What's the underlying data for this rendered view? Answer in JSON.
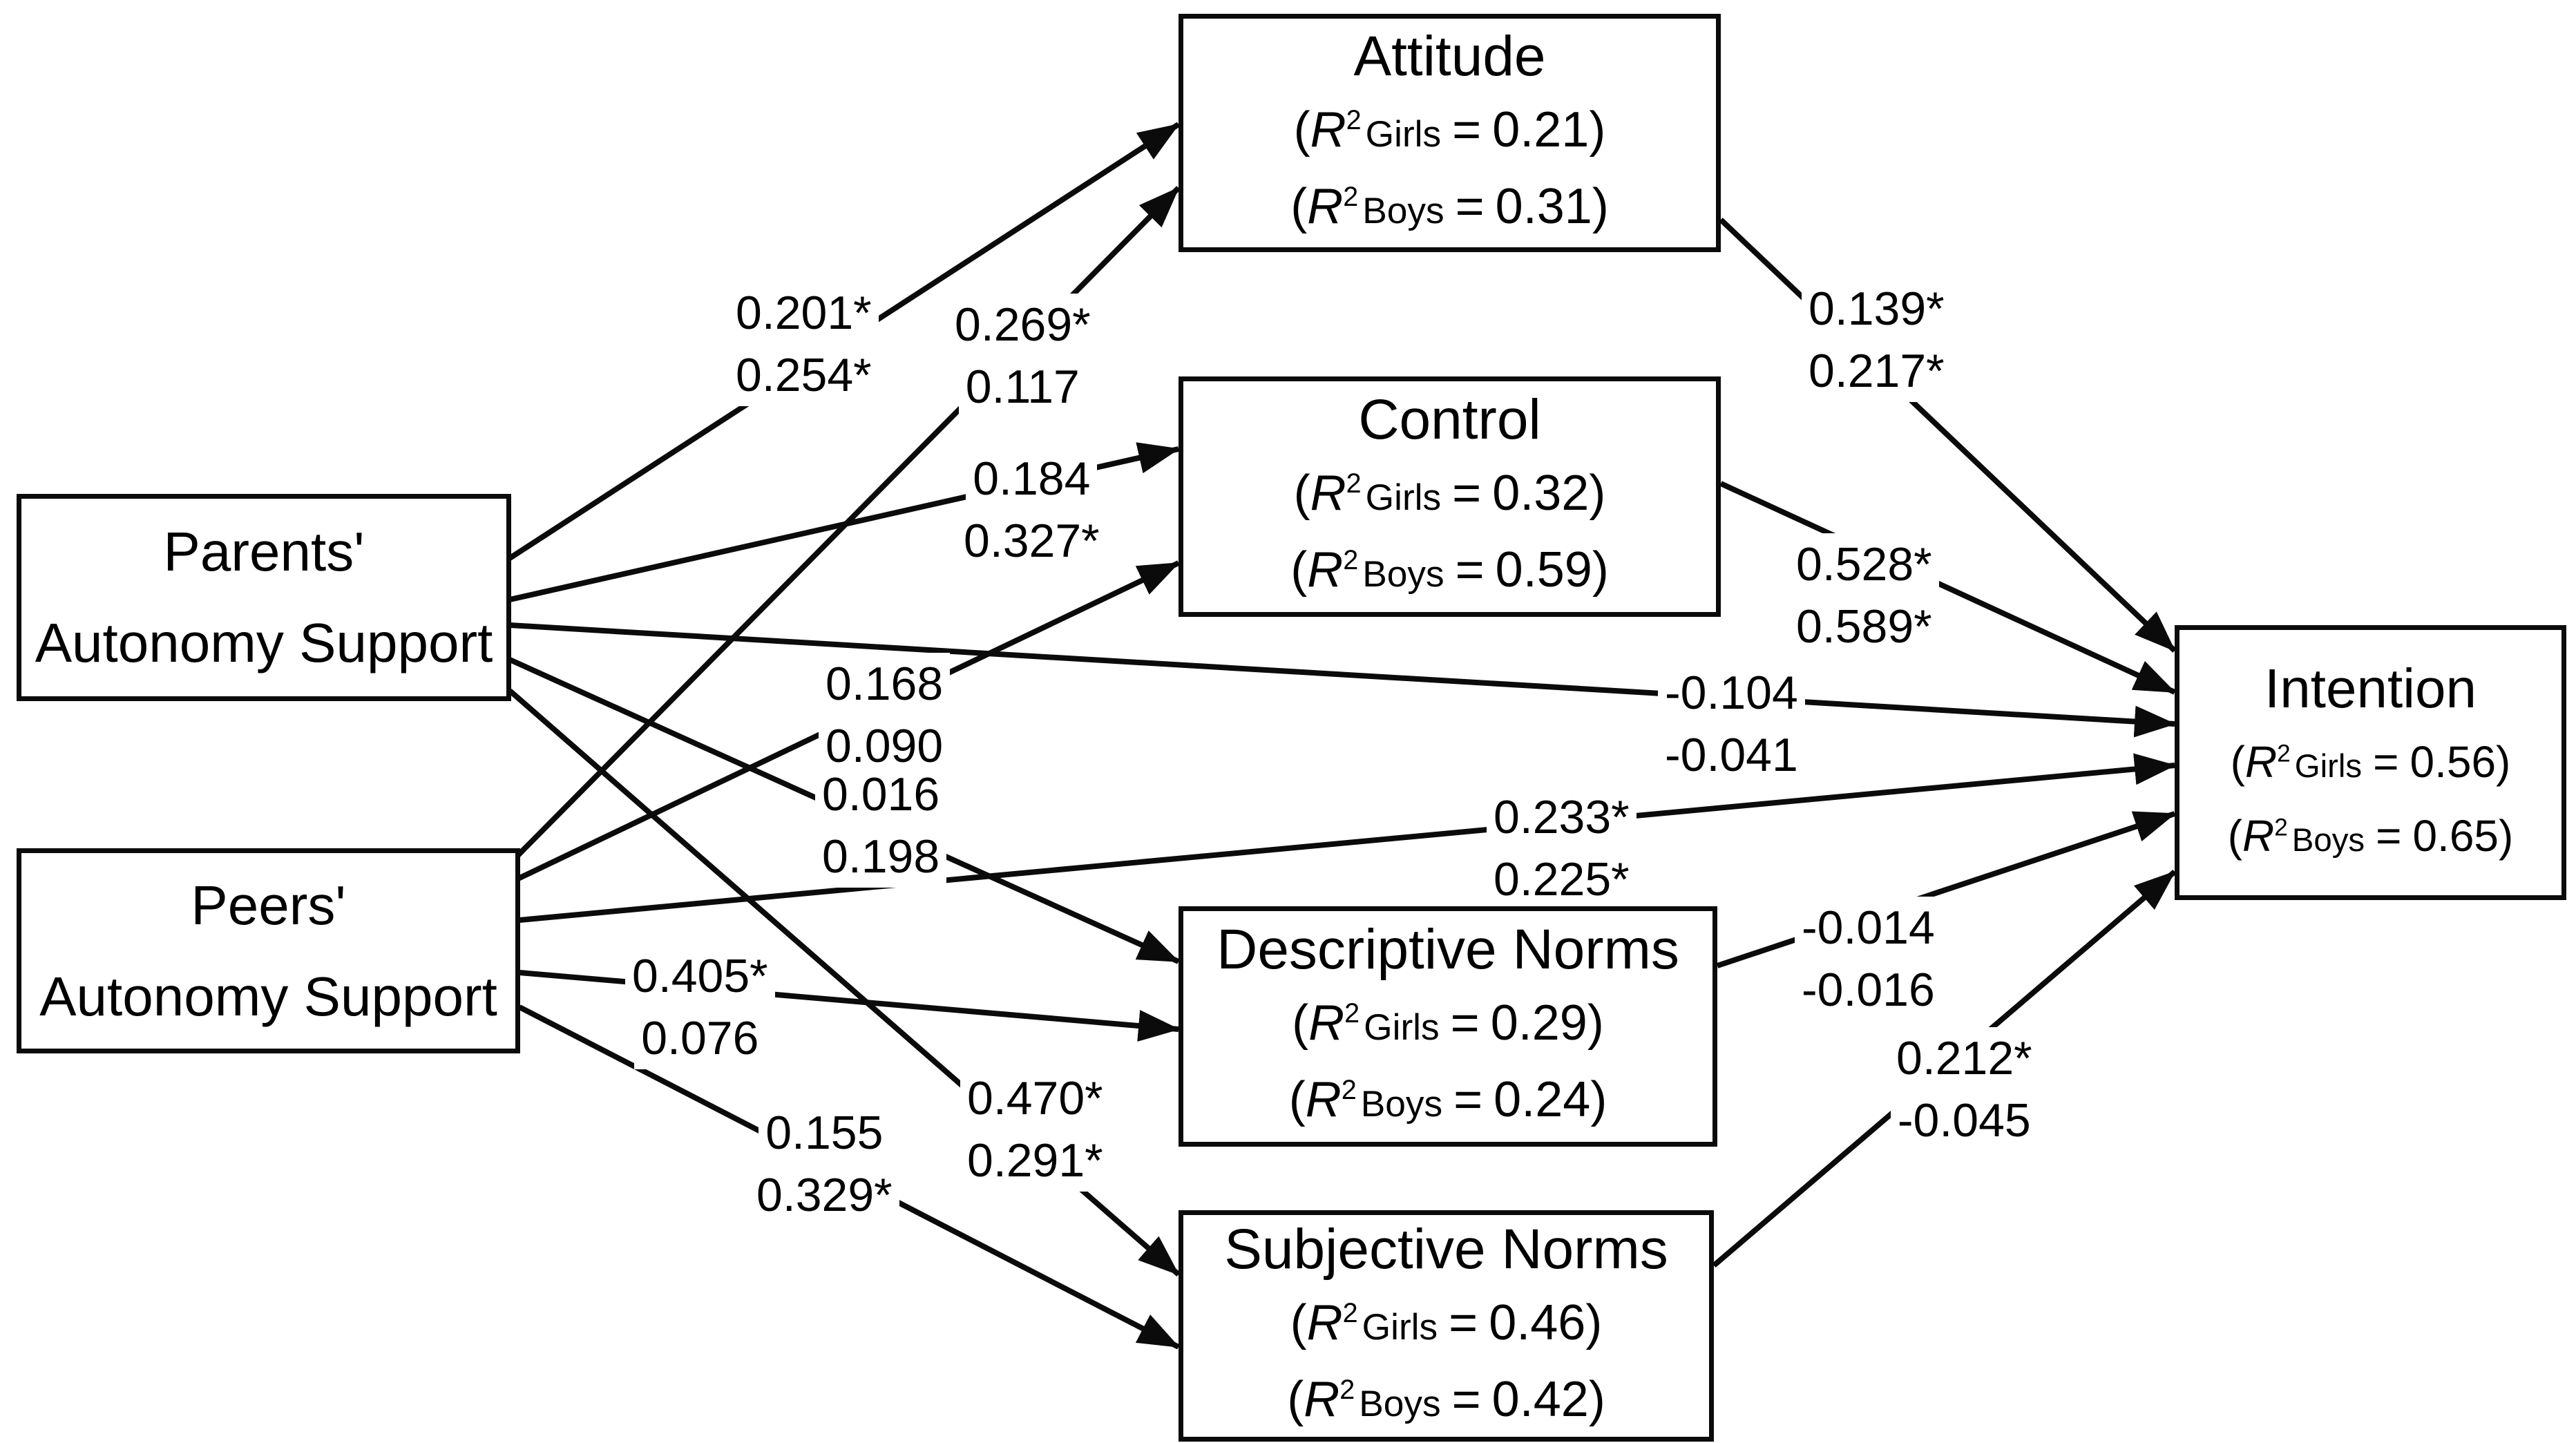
{
  "figure": {
    "background_color": "#ffffff",
    "ink_color": "#0b0b0b",
    "r2": {
      "open": "(",
      "symbol": "R",
      "exponent": "2",
      "girls_label": "Girls",
      "boys_label": "Boys",
      "equals": "=",
      "close": ")"
    },
    "nodes": {
      "parents": {
        "line1": "Parents'",
        "line2": "Autonomy Support"
      },
      "peers": {
        "line1": "Peers'",
        "line2": "Autonomy Support"
      },
      "attitude": {
        "title": "Attitude",
        "r2_girls": "0.21",
        "r2_boys": "0.31"
      },
      "control": {
        "title": "Control",
        "r2_girls": "0.32",
        "r2_boys": "0.59"
      },
      "descriptive": {
        "title": "Descriptive Norms",
        "r2_girls": "0.29",
        "r2_boys": "0.24"
      },
      "subjective": {
        "title": "Subjective Norms",
        "r2_girls": "0.46",
        "r2_boys": "0.42"
      },
      "intention": {
        "title": "Intention",
        "r2_girls": "0.56",
        "r2_boys": "0.65"
      }
    },
    "paths": {
      "parents_attitude": {
        "girls": "0.201*",
        "boys": "0.254*"
      },
      "peers_attitude": {
        "girls": "0.269*",
        "boys": "0.117"
      },
      "parents_control": {
        "girls": "0.184",
        "boys": "0.327*"
      },
      "peers_control": {
        "girls": "0.168",
        "boys": "0.090"
      },
      "parents_descriptive": {
        "girls": "0.016",
        "boys": "0.198"
      },
      "peers_descriptive": {
        "girls": "0.405*",
        "boys": "0.076"
      },
      "parents_subjective": {
        "girls": "0.470*",
        "boys": "0.291*"
      },
      "peers_subjective": {
        "girls": "0.155",
        "boys": "0.329*"
      },
      "parents_intention": {
        "girls": "-0.104",
        "boys": "-0.041"
      },
      "peers_intention": {
        "girls": "0.233*",
        "boys": "0.225*"
      },
      "attitude_intention": {
        "girls": "0.139*",
        "boys": "0.217*"
      },
      "control_intention": {
        "girls": "0.528*",
        "boys": "0.589*"
      },
      "descriptive_intention": {
        "girls": "-0.014",
        "boys": "-0.016"
      },
      "subjective_intention": {
        "girls": "0.212*",
        "boys": "-0.045"
      }
    }
  }
}
